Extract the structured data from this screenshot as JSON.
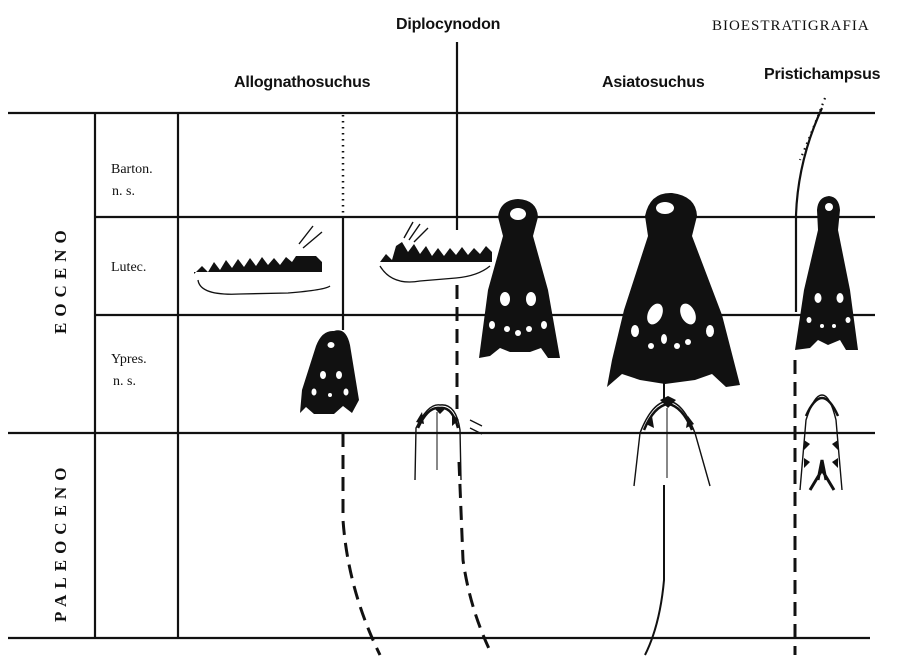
{
  "page_title": "BIOESTRATIGRAFIA",
  "taxa": {
    "allognathosuchus": "Allognathosuchus",
    "diplocynodon": "Diplocynodon",
    "asiatosuchus": "Asiatosuchus",
    "pristichampsus": "Pristichampsus"
  },
  "epochs": {
    "eoceno": "EOCENO",
    "paleoceno": "PALEOCENO"
  },
  "stages": {
    "barton_1": "Barton.",
    "barton_2": "n. s.",
    "lutec": "Lutec.",
    "ypres_1": "Ypres.",
    "ypres_2": "n. s."
  },
  "colors": {
    "ink": "#111111",
    "paper": "#ffffff"
  }
}
